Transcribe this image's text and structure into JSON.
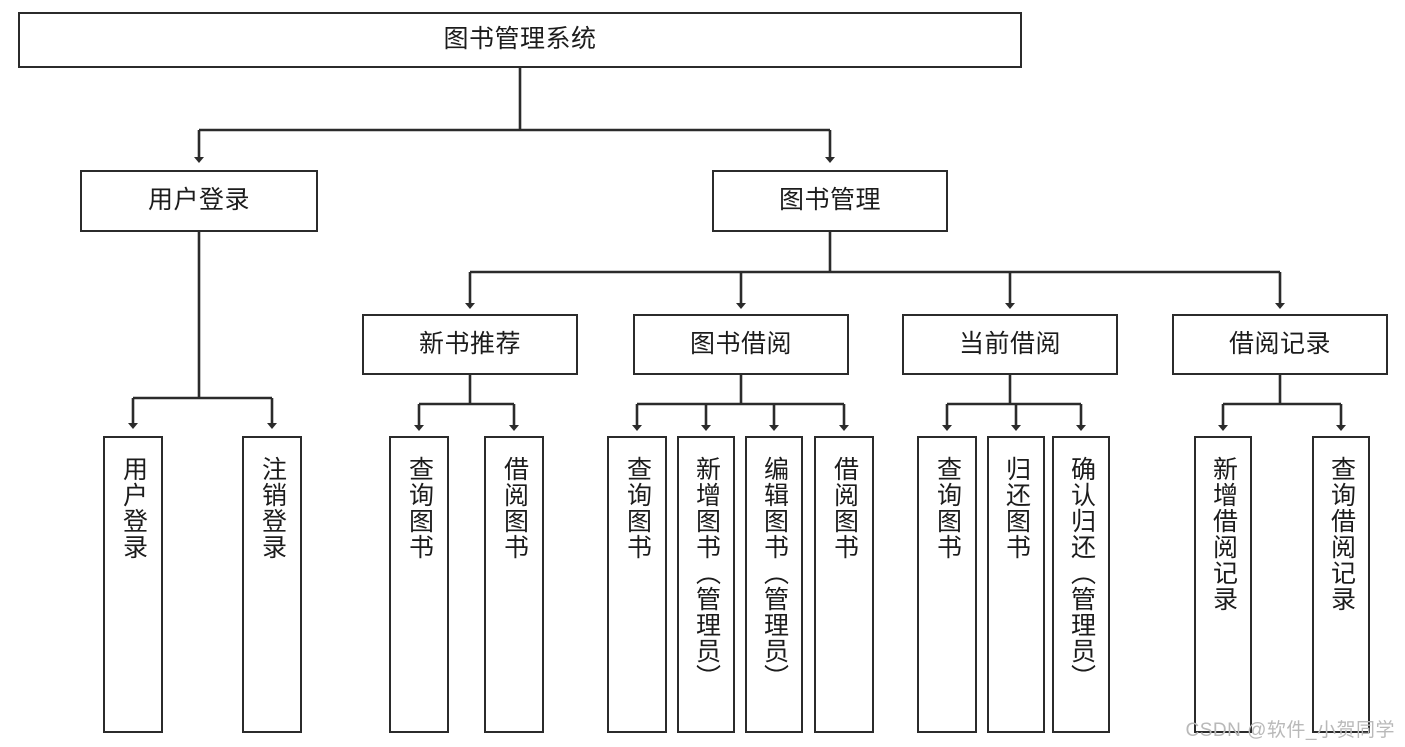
{
  "diagram": {
    "title": "图书管理系统",
    "type": "hierarchy-tree",
    "stroke_color": "#2b2b2b",
    "fill_color": "#ffffff",
    "watermark": "CSDN @软件_小贺同学",
    "nodes": {
      "root": {
        "label": "图书管理系统"
      },
      "level2": [
        {
          "label": "用户登录"
        },
        {
          "label": "图书管理"
        }
      ],
      "level3": [
        {
          "label": "新书推荐"
        },
        {
          "label": "图书借阅"
        },
        {
          "label": "当前借阅"
        },
        {
          "label": "借阅记录"
        }
      ],
      "leaves": {
        "user_login": [
          {
            "label": "用户登录"
          },
          {
            "label": "注销登录"
          }
        ],
        "new_book_recommend": [
          {
            "label": "查询图书"
          },
          {
            "label": "借阅图书"
          }
        ],
        "book_borrow": [
          {
            "label": "查询图书"
          },
          {
            "label": "新增图书（管理员）"
          },
          {
            "label": "编辑图书（管理员）"
          },
          {
            "label": "借阅图书"
          }
        ],
        "current_borrow": [
          {
            "label": "查询图书"
          },
          {
            "label": "归还图书"
          },
          {
            "label": "确认归还（管理员）"
          }
        ],
        "borrow_records": [
          {
            "label": "新增借阅记录"
          },
          {
            "label": "查询借阅记录"
          }
        ]
      }
    }
  }
}
